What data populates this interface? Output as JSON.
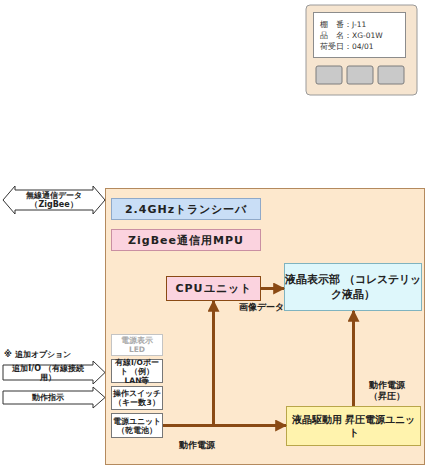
{
  "diagram": {
    "nodes": [
      {
        "text": [
          "棚　番：J-11",
          "品　名：XG-01W",
          "荷受日：04/01"
        ]
      },
      {
        "text": [
          "無線通信データ （ZigBee）"
        ]
      },
      {
        "text": []
      },
      {
        "text": [
          "2.4GHzトランシーバ"
        ],
        "in": 2
      },
      {
        "text": [
          "ZigBee通信用MPU"
        ],
        "in": 2
      },
      {
        "text": [
          "CPUユニット"
        ],
        "in": 2
      },
      {
        "text": [
          "液晶表示部 （コレステリック液晶）"
        ],
        "in": 2
      },
      {
        "text": [
          "電源表示 LED"
        ],
        "in": 2
      },
      {
        "text": [
          "有線I/Oポート （例）LAN等"
        ],
        "in": 2
      },
      {
        "text": [
          "操作スイッチ （キー数3）"
        ],
        "in": 2
      },
      {
        "text": [
          "電源ユニット （乾電池）"
        ],
        "in": 2
      },
      {
        "text": [
          "液晶駆動用 昇圧電源ユニット"
        ],
        "in": 2
      },
      {
        "text": [
          "追加I/O （有線接続用）"
        ]
      },
      {
        "text": [
          "動作指示"
        ]
      }
    ],
    "edges": [
      {
        "from": 5,
        "to": 6,
        "arrow": "to",
        "label": "画像データ"
      },
      {
        "from": 10,
        "to": 5,
        "arrow": "to"
      },
      {
        "from": 10,
        "to": 11,
        "arrow": "to",
        "label": "動作電源"
      },
      {
        "from": 11,
        "to": 6,
        "arrow": "to",
        "label": "動作電源 （昇圧）"
      }
    ],
    "labels": [
      "※ 追加オプション"
    ]
  }
}
